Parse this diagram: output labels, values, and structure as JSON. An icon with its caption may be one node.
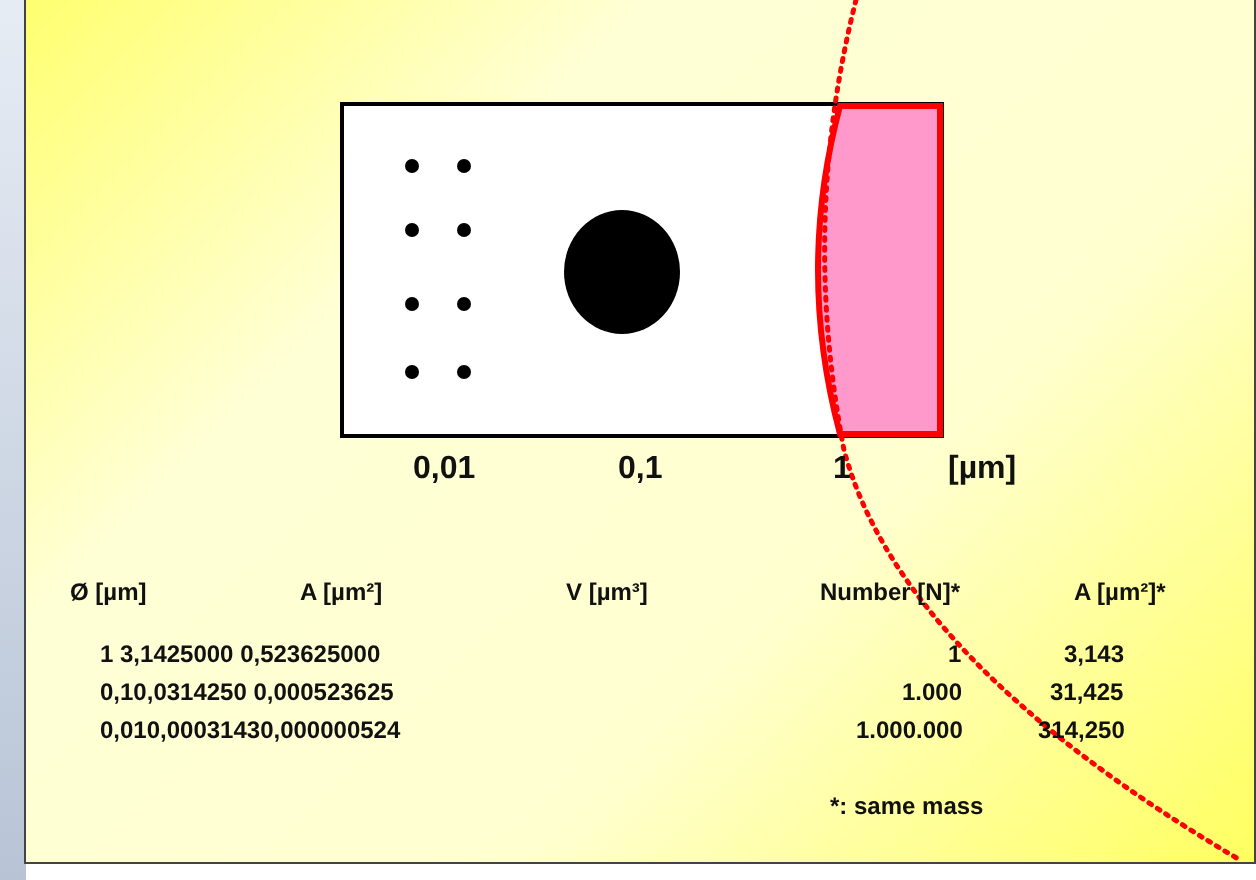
{
  "diagram": {
    "labels": [
      "0,01",
      "0,1",
      "1",
      "[µm]",
      "Ø [µm]",
      "A [µm²]",
      "V [µm³]",
      "Number [N]*",
      "A [µm²]*",
      "1 3,1425000 0,523625000",
      "1",
      "3,143",
      "0,10,0314250 0,000523625",
      "1.000",
      "31,425",
      "0,010,00031430,000000524",
      "1.000.000",
      "314,250",
      "*: same mass"
    ]
  }
}
